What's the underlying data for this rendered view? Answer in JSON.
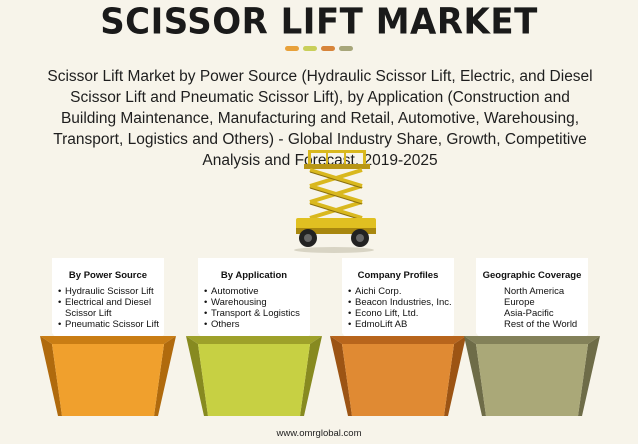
{
  "title": "SCISSOR LIFT MARKET",
  "subtitle": "Scissor Lift Market by Power Source (Hydraulic Scissor Lift, Electric, and Diesel Scissor Lift and Pneumatic Scissor Lift), by Application (Construction and Building Maintenance, Manufacturing and Retail, Automotive, Warehousing, Transport, Logistics and Others) - Global Industry Share, Growth, Competitive Analysis and Forecast, 2019-2025",
  "colors": {
    "dash_1": "#e8a13a",
    "dash_2": "#c9cf5a",
    "dash_3": "#d7843a",
    "dash_4": "#a7a67a"
  },
  "image_icon": "scissor-lift-machine",
  "segments": [
    {
      "title": "By Power Source",
      "items": [
        "Hydraulic Scissor Lift",
        "Electrical and Diesel Scissor Lift",
        "Pneumatic Scissor Lift"
      ],
      "color": "#f0a02d",
      "color_dark": "#c97d14"
    },
    {
      "title": "By Application",
      "items": [
        "Automotive",
        "Warehousing",
        "Transport & Logistics",
        "Others"
      ],
      "color": "#c7d043",
      "color_dark": "#9ea12a"
    },
    {
      "title": "Company Profiles",
      "items": [
        "Aichi Corp.",
        "Beacon Industries, Inc.",
        "Econo Lift, Ltd.",
        "EdmoLift AB"
      ],
      "color": "#e08a33",
      "color_dark": "#b8651c"
    },
    {
      "title": "Geographic Coverage",
      "items": [
        "North America",
        "Europe",
        "Asia-Pacific",
        "Rest of the World"
      ],
      "color": "#aaa878",
      "color_dark": "#838159"
    }
  ],
  "footer": "www.omrglobal.com"
}
